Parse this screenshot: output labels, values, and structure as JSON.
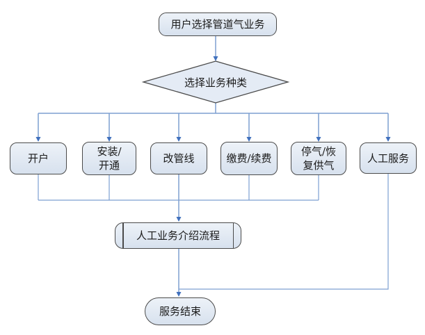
{
  "colors": {
    "connector": "#7d9fd1",
    "arrow": "#4070bd",
    "border": "#4a4a4a",
    "fill_top": "#edf2f8",
    "fill_bottom": "#d7e1ee",
    "node_fill": "#e4ebf5",
    "text": "#1a1a1a"
  },
  "nodes": {
    "start": {
      "label": "用户选择管道气业务",
      "shape": "rounded-rect"
    },
    "decision": {
      "label": "选择业务种类",
      "shape": "diamond"
    },
    "open_account": {
      "label": "开户",
      "shape": "rounded-rect"
    },
    "install": {
      "label": "安装/\n开通",
      "shape": "rounded-rect"
    },
    "change_line": {
      "label": "改管线",
      "shape": "rounded-rect"
    },
    "pay_renew": {
      "label": "缴费/续费",
      "shape": "rounded-rect"
    },
    "stop_restore": {
      "label": "停气/恢\n复供气",
      "shape": "rounded-rect"
    },
    "manual": {
      "label": "人工服务",
      "shape": "rounded-rect"
    },
    "intro": {
      "label": "人工业务介绍流程",
      "shape": "predefined-process"
    },
    "end": {
      "label": "服务结束",
      "shape": "terminator"
    }
  },
  "edges": [
    {
      "from": "start",
      "to": "decision"
    },
    {
      "from": "decision",
      "to": "open_account"
    },
    {
      "from": "decision",
      "to": "install"
    },
    {
      "from": "decision",
      "to": "change_line"
    },
    {
      "from": "decision",
      "to": "pay_renew"
    },
    {
      "from": "decision",
      "to": "stop_restore"
    },
    {
      "from": "decision",
      "to": "manual"
    },
    {
      "from": "open_account",
      "to": "intro"
    },
    {
      "from": "install",
      "to": "intro"
    },
    {
      "from": "change_line",
      "to": "intro"
    },
    {
      "from": "pay_renew",
      "to": "intro"
    },
    {
      "from": "stop_restore",
      "to": "intro"
    },
    {
      "from": "intro",
      "to": "end"
    },
    {
      "from": "manual",
      "to": "end"
    }
  ]
}
